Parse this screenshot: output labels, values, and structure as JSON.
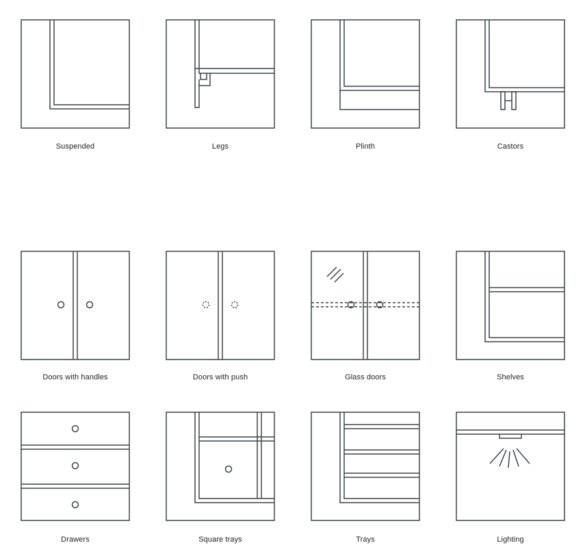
{
  "options": [
    {
      "id": "suspended",
      "label": "Suspended"
    },
    {
      "id": "legs",
      "label": "Legs"
    },
    {
      "id": "plinth",
      "label": "Plinth"
    },
    {
      "id": "castors",
      "label": "Castors"
    },
    {
      "id": "doors-handles",
      "label": "Doors with handles"
    },
    {
      "id": "doors-push",
      "label": "Doors with push"
    },
    {
      "id": "glass-doors",
      "label": "Glass doors"
    },
    {
      "id": "shelves",
      "label": "Shelves"
    },
    {
      "id": "drawers",
      "label": "Drawers"
    },
    {
      "id": "square-trays",
      "label": "Square trays"
    },
    {
      "id": "trays",
      "label": "Trays"
    },
    {
      "id": "lighting",
      "label": "Lighting"
    }
  ]
}
